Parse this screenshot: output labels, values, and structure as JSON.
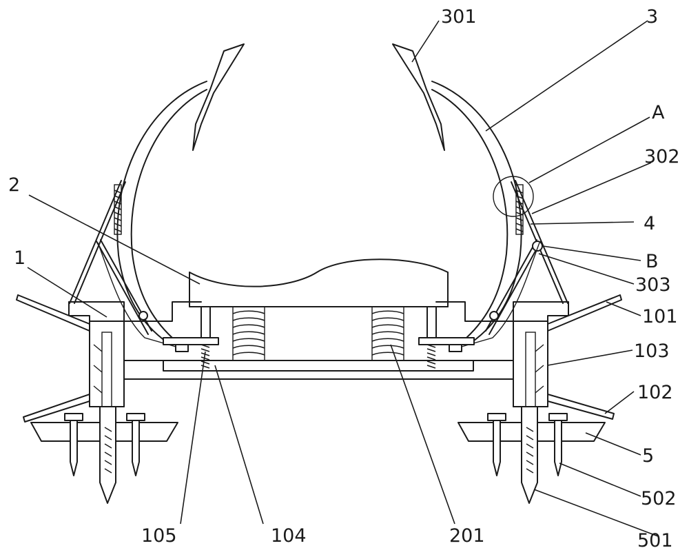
{
  "labels": {
    "l301": "301",
    "l3": "3",
    "lA": "A",
    "l302": "302",
    "l2": "2",
    "l4": "4",
    "l1": "1",
    "lB": "B",
    "l303": "303",
    "l101": "101",
    "l103": "103",
    "l102": "102",
    "l5": "5",
    "l502": "502",
    "l501": "501",
    "l105": "105",
    "l104": "104",
    "l201": "201"
  }
}
